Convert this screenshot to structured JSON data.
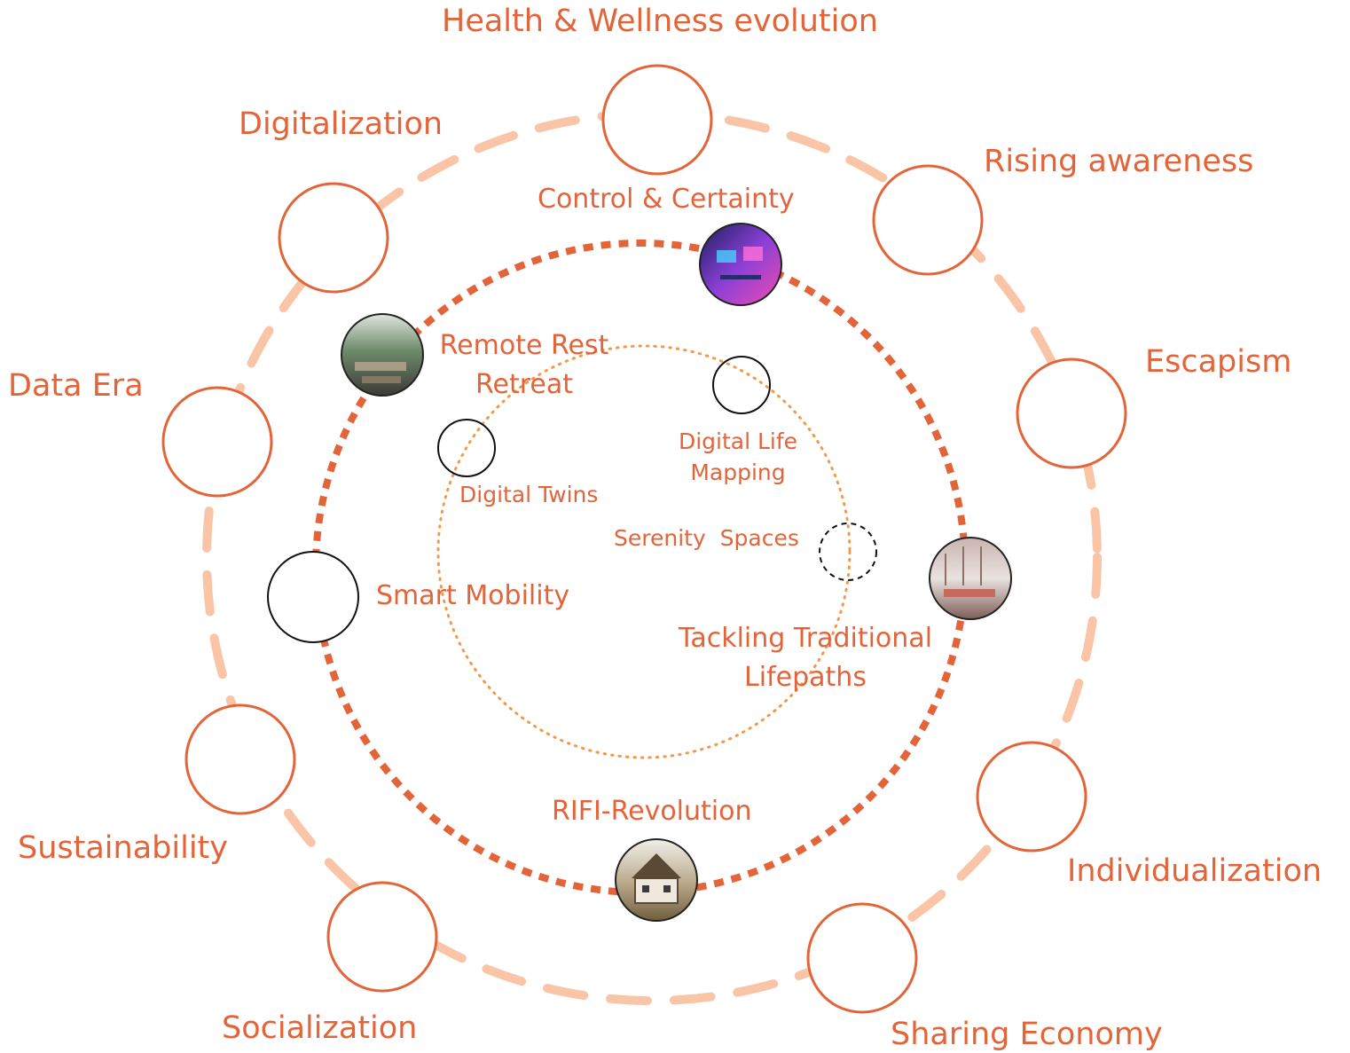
{
  "colors": {
    "accent": "#e4643a",
    "outer_ring": "#fac4a6",
    "inner_ring": "#f29a4c",
    "node_stroke": "#e4643a",
    "neutral_stroke": "#111111"
  },
  "outer_ring": {
    "health": "Health & Wellness evolution",
    "digitalization": "Digitalization",
    "rising": "Rising awareness",
    "escapism": "Escapism",
    "data_era": "Data Era",
    "sustainability": "Sustainability",
    "individualization": "Individualization",
    "socialization": "Socialization",
    "sharing": "Sharing Economy"
  },
  "middle_ring": {
    "control": "Control & Certainty",
    "remote_line1": "Remote Rest",
    "remote_line2": "Retreat",
    "smart_mobility": "Smart Mobility",
    "tackling_line1": "Tackling Traditional",
    "tackling_line2": "Lifepaths",
    "rifi": "RIFI-Revolution"
  },
  "inner_ring": {
    "digital_twins": "Digital Twins",
    "life_line1": "Digital Life",
    "life_line2": "Mapping",
    "serenity": "Serenity  Spaces"
  }
}
